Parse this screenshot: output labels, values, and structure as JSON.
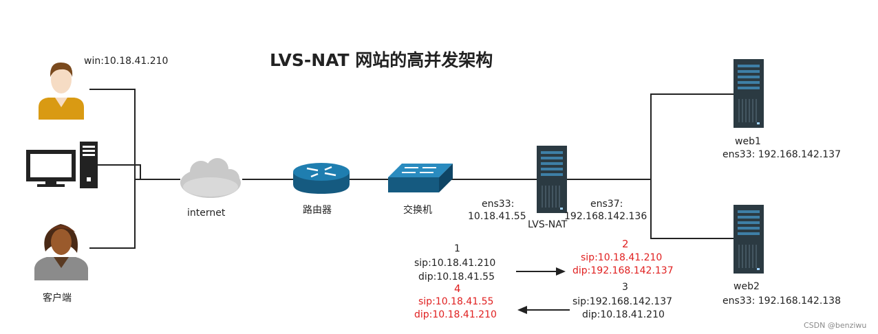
{
  "title": "LVS-NAT 网站的高并发架构",
  "client": {
    "ip_label": "win:10.18.41.210",
    "caption": "客户端"
  },
  "network": {
    "internet": "internet",
    "router": "路由器",
    "switch": "交换机"
  },
  "lvs": {
    "name": "LVS-NAT",
    "ens33_name": "ens33:",
    "ens33_ip": "10.18.41.55",
    "ens37_name": "ens37:",
    "ens37_ip": "192.168.142.136"
  },
  "web1": {
    "name": "web1",
    "ip": "ens33: 192.168.142.137"
  },
  "web2": {
    "name": "web2",
    "ip": "ens33: 192.168.142.138"
  },
  "flow": {
    "step1": {
      "num": "1",
      "sip": "sip:10.18.41.210",
      "dip": "dip:10.18.41.55"
    },
    "step2": {
      "num": "2",
      "sip": "sip:10.18.41.210",
      "dip": "dip:192.168.142.137"
    },
    "step3": {
      "num": "3",
      "sip": "sip:192.168.142.137",
      "dip": "dip:10.18.41.210"
    },
    "step4": {
      "num": "4",
      "sip": "sip:10.18.41.55",
      "dip": "dip:10.18.41.210"
    }
  },
  "watermark": "CSDN @benziwu",
  "colors": {
    "red": "#e02020",
    "cisco_blue": "#1b6f9a",
    "server": "#2b3a42",
    "line": "#222222"
  }
}
